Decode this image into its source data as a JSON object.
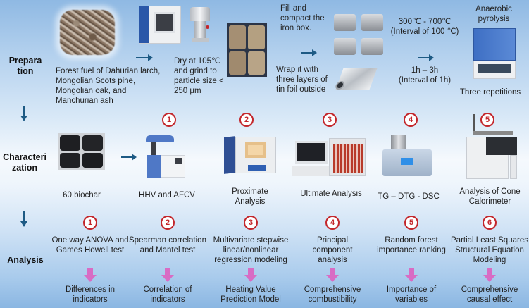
{
  "stages": {
    "preparation": "Prepara\ntion",
    "characterization": "Characteri\nzation",
    "analysis": "Analysis"
  },
  "preparation": {
    "forest_fuel": "Forest fuel of Dahurian larch, Mongolian Scots pine, Mongolian oak, and Manchurian ash",
    "dry_grind": "Dry at 105℃ and grind to particle size < 250 μm",
    "fill": "Fill and compact the iron box.",
    "wrap": "Wrap it with three layers of tin foil outside",
    "temp": "300℃ - 700℃",
    "temp_interval": "(Interval of 100 ℃)",
    "time": "1h – 3h",
    "time_interval": "(Interval of 1h)",
    "pyrolysis": "Anaerobic pyrolysis",
    "repetitions": "Three repetitions"
  },
  "characterization": {
    "sample": "60 biochar",
    "items": [
      {
        "num": "1",
        "label": "HHV and AFCV"
      },
      {
        "num": "2",
        "label": "Proximate Analysis"
      },
      {
        "num": "3",
        "label": "Ultimate Analysis"
      },
      {
        "num": "4",
        "label": "TG – DTG - DSC"
      },
      {
        "num": "5",
        "label": "Analysis of Cone Calorimeter"
      }
    ]
  },
  "analysis": {
    "items": [
      {
        "num": "1",
        "method": "One way ANOVA and Games Howell test",
        "result": "Differences in indicators"
      },
      {
        "num": "2",
        "method": "Spearman correlation and Mantel test",
        "result": "Correlation of indicators"
      },
      {
        "num": "3",
        "method": "Multivariate stepwise linear/nonlinear regression modeling",
        "result": "Heating Value Prediction Model"
      },
      {
        "num": "4",
        "method": "Principal component analysis",
        "result": "Comprehensive combustibility"
      },
      {
        "num": "5",
        "method": "Random forest importance ranking",
        "result": "Importance of variables"
      },
      {
        "num": "6",
        "method": "Partial Least Squares Structural Equation Modeling",
        "result": "Comprehensive causal effect"
      }
    ]
  },
  "colors": {
    "arrow": "#1d5a84",
    "badge": "#c3262b",
    "pink_arrow": "#d86cc4"
  }
}
